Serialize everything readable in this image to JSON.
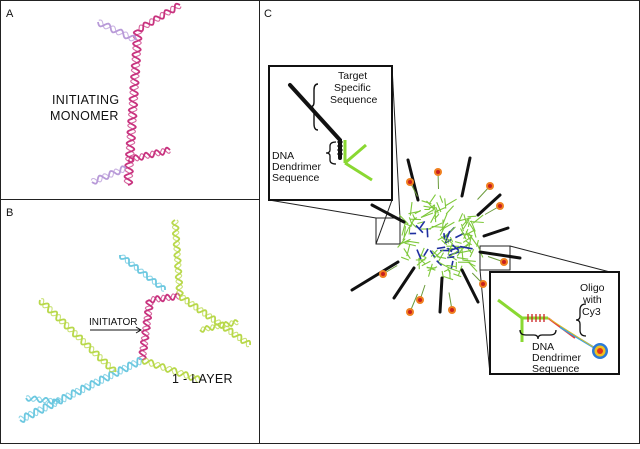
{
  "panels": {
    "a": {
      "letter": "A",
      "label_line1": "INITIATING",
      "label_line2": "MONOMER"
    },
    "b": {
      "letter": "B",
      "initiator_label": "INITIATOR",
      "layer_label": "1 - LAYER"
    },
    "c": {
      "letter": "C",
      "callout_upper": {
        "target_line1": "Target",
        "target_line2": "Specific",
        "target_line3": "Sequence",
        "dna_line1": "DNA",
        "dna_line2": "Dendrimer",
        "dna_line3": "Sequence"
      },
      "callout_lower": {
        "oligo_line1": "Oligo",
        "oligo_line2": "with",
        "oligo_line3": "Cy3",
        "dna_line1": "DNA",
        "dna_line2": "Dendrimer",
        "dna_line3": "Sequence"
      }
    }
  },
  "colors": {
    "helix_magenta": "#c8327e",
    "helix_lavender": "#b89ad8",
    "helix_yellowgreen": "#b8d84a",
    "helix_cyan": "#6cc8e0",
    "dendrimer_green": "#7ec83a",
    "dendrimer_blue": "#1f2fa0",
    "arm_black": "#111111",
    "cy3_orange": "#f08020"
  }
}
